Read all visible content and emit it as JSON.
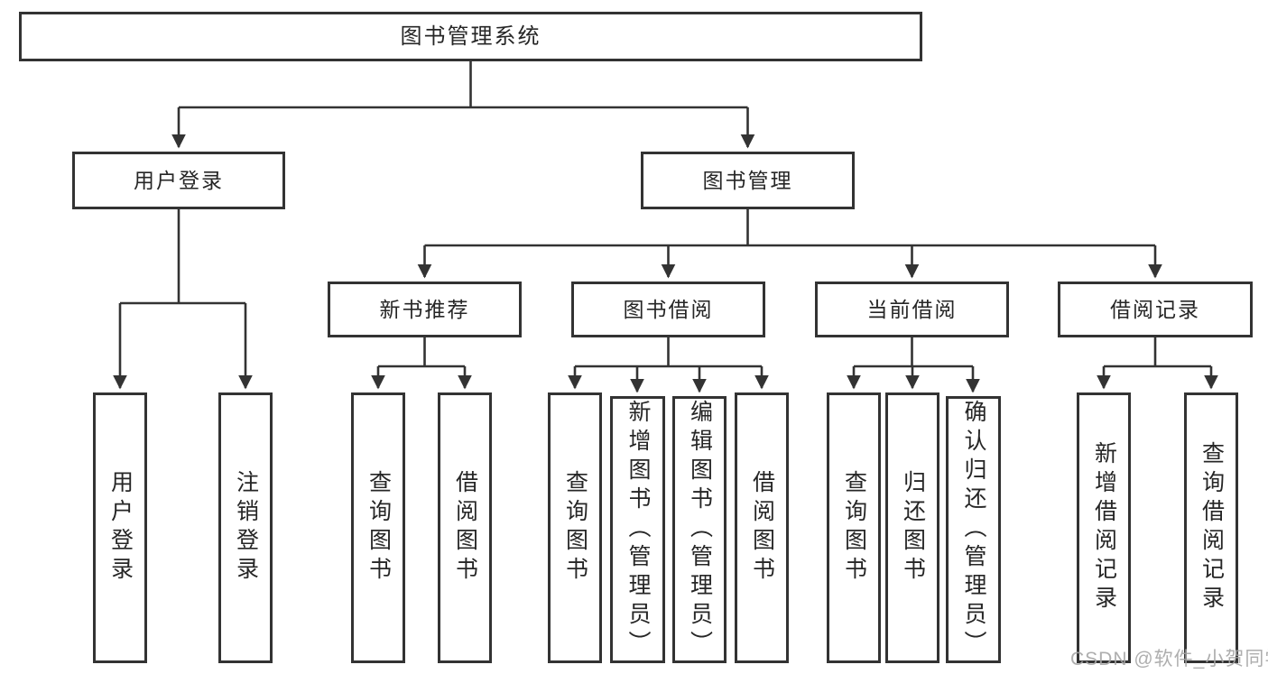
{
  "diagram": {
    "type": "tree",
    "root": {
      "label": "图书管理系统"
    },
    "level2": [
      {
        "label": "用户登录",
        "parent": "图书管理系统"
      },
      {
        "label": "图书管理",
        "parent": "图书管理系统"
      }
    ],
    "level3": [
      {
        "label": "新书推荐",
        "parent": "图书管理"
      },
      {
        "label": "图书借阅",
        "parent": "图书管理"
      },
      {
        "label": "当前借阅",
        "parent": "图书管理"
      },
      {
        "label": "借阅记录",
        "parent": "图书管理"
      }
    ],
    "leaves": [
      {
        "label": "用户登录",
        "parent": "用户登录"
      },
      {
        "label": "注销登录",
        "parent": "用户登录"
      },
      {
        "label": "查询图书",
        "parent": "新书推荐"
      },
      {
        "label": "借阅图书",
        "parent": "新书推荐"
      },
      {
        "label": "查询图书",
        "parent": "图书借阅"
      },
      {
        "label": "新增图书（管理员）",
        "parent": "图书借阅"
      },
      {
        "label": "编辑图书（管理员）",
        "parent": "图书借阅"
      },
      {
        "label": "借阅图书",
        "parent": "图书借阅"
      },
      {
        "label": "查询图书",
        "parent": "当前借阅"
      },
      {
        "label": "归还图书",
        "parent": "当前借阅"
      },
      {
        "label": "确认归还（管理员）",
        "parent": "当前借阅"
      },
      {
        "label": "新增借阅记录",
        "parent": "借阅记录"
      },
      {
        "label": "查询借阅记录",
        "parent": "借阅记录"
      }
    ]
  },
  "watermark": {
    "text": "CSDN @软件_小贺同学"
  },
  "colors": {
    "line": "#333333",
    "box_border": "#333333",
    "text": "#262626",
    "background": "#ffffff",
    "watermark": "#a5a5a5"
  }
}
